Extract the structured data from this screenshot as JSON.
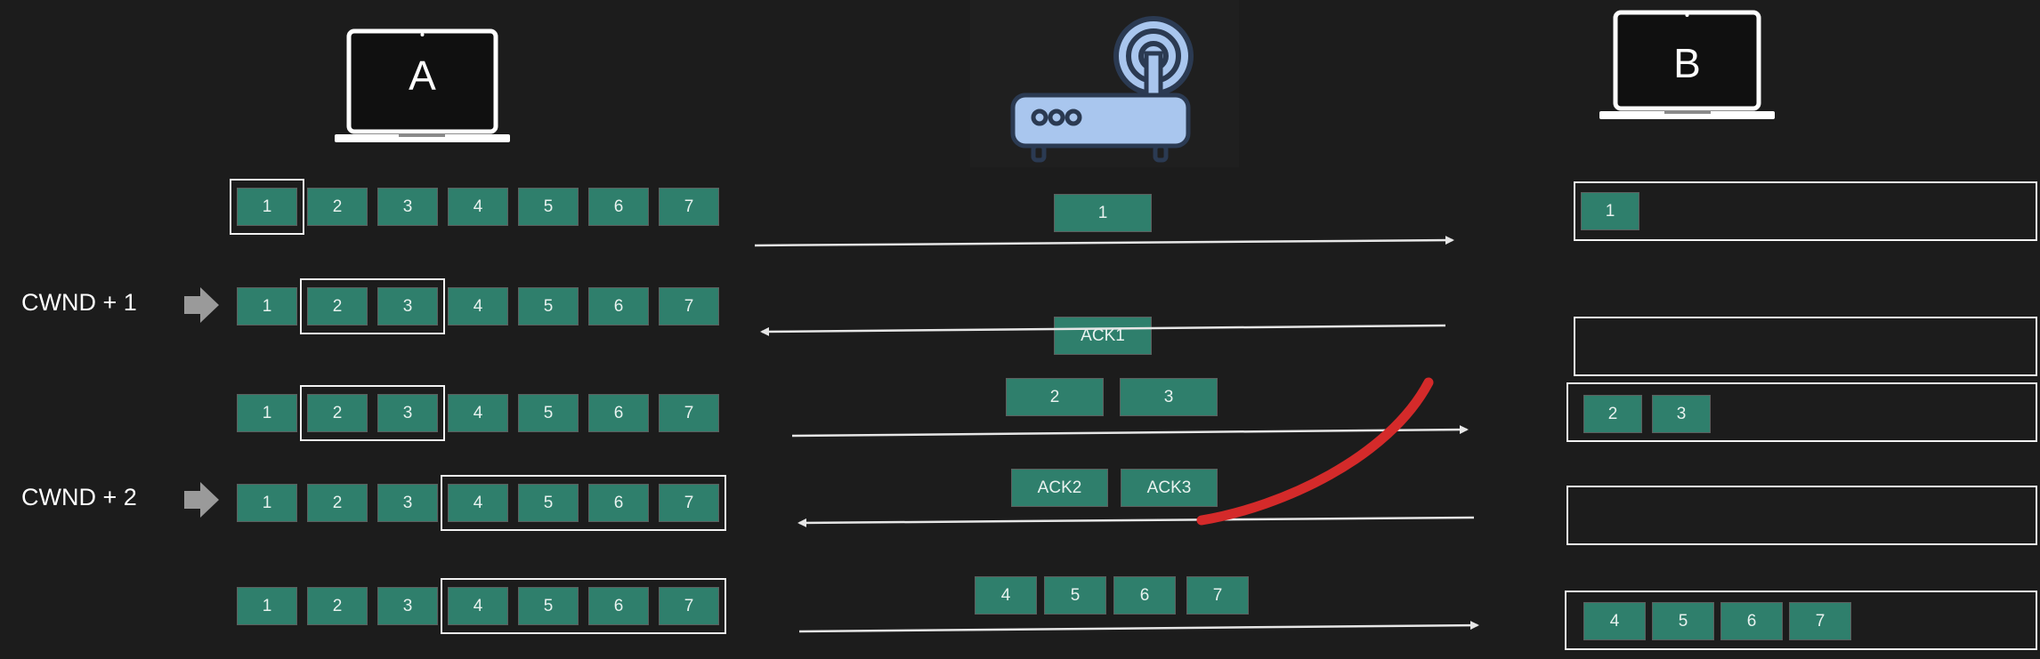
{
  "hosts": {
    "sender": {
      "label": "A",
      "icon": "laptop-icon"
    },
    "receiver": {
      "label": "B",
      "icon": "laptop-icon"
    },
    "middle": {
      "icon": "router-icon",
      "color": "#a9c6ee"
    }
  },
  "colors": {
    "background": "#1c1c1c",
    "packet": "#2f7f6c",
    "window_border": "#f2f2f2",
    "arrow": "#e6e6e6",
    "highlight_stroke": "#d42a2a"
  },
  "cwnd_labels": [
    {
      "row": 1,
      "text": "CWND + 1"
    },
    {
      "row": 3,
      "text": "CWND + 2"
    }
  ],
  "rows": [
    {
      "sender": [
        "1",
        "2",
        "3",
        "4",
        "5",
        "6",
        "7"
      ],
      "window": [
        0,
        0
      ],
      "transit": [
        "1"
      ],
      "direction": "right",
      "receiver": [
        "1"
      ]
    },
    {
      "sender": [
        "1",
        "2",
        "3",
        "4",
        "5",
        "6",
        "7"
      ],
      "window": [
        1,
        2
      ],
      "transit": [
        "ACK1"
      ],
      "direction": "left",
      "receiver": []
    },
    {
      "sender": [
        "1",
        "2",
        "3",
        "4",
        "5",
        "6",
        "7"
      ],
      "window": [
        1,
        2
      ],
      "transit": [
        "2",
        "3"
      ],
      "direction": "right",
      "receiver": [
        "2",
        "3"
      ]
    },
    {
      "sender": [
        "1",
        "2",
        "3",
        "4",
        "5",
        "6",
        "7"
      ],
      "window": [
        3,
        6
      ],
      "transit": [
        "ACK2",
        "ACK3"
      ],
      "direction": "left",
      "receiver": []
    },
    {
      "sender": [
        "1",
        "2",
        "3",
        "4",
        "5",
        "6",
        "7"
      ],
      "window": [
        3,
        6
      ],
      "transit": [
        "4",
        "5",
        "6",
        "7"
      ],
      "direction": "right",
      "receiver": [
        "4",
        "5",
        "6",
        "7"
      ]
    }
  ]
}
